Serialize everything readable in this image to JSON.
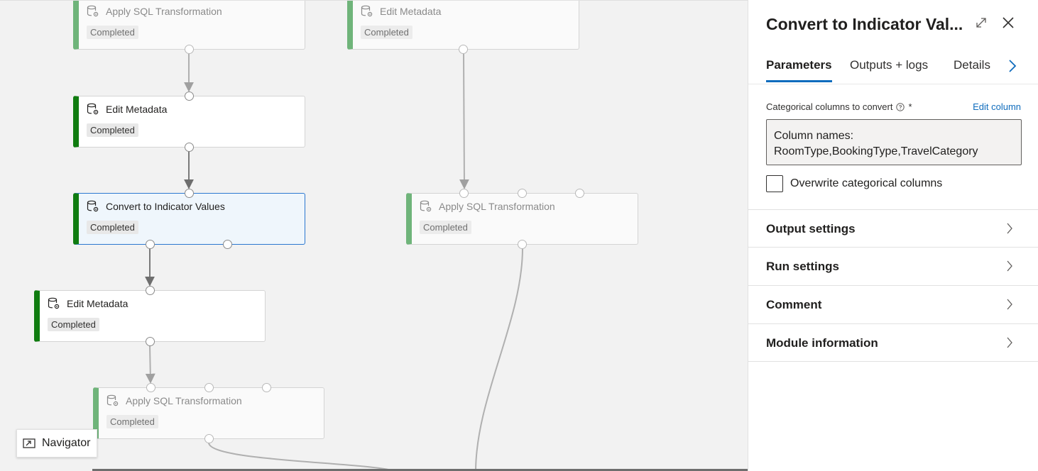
{
  "canvas": {
    "nodes": [
      {
        "id": "n1",
        "title": "Apply SQL Transformation",
        "status": "Completed",
        "state": "dim"
      },
      {
        "id": "n2",
        "title": "Edit Metadata",
        "status": "Completed",
        "state": "dim"
      },
      {
        "id": "n3",
        "title": "Edit Metadata",
        "status": "Completed",
        "state": "active"
      },
      {
        "id": "n4",
        "title": "Convert to Indicator Values",
        "status": "Completed",
        "state": "selected"
      },
      {
        "id": "n5",
        "title": "Apply SQL Transformation",
        "status": "Completed",
        "state": "dim"
      },
      {
        "id": "n6",
        "title": "Edit Metadata",
        "status": "Completed",
        "state": "active"
      },
      {
        "id": "n7",
        "title": "Apply SQL Transformation",
        "status": "Completed",
        "state": "dim"
      }
    ],
    "module_icon": "database-gear-icon",
    "navigator": {
      "label": "Navigator",
      "icon": "navigator-icon"
    }
  },
  "panel": {
    "title": "Convert to Indicator Val...",
    "expand_icon": "expand-icon",
    "close_icon": "close-icon",
    "tabs": [
      {
        "label": "Parameters",
        "active": true
      },
      {
        "label": "Outputs + logs",
        "active": false
      },
      {
        "label": "Details",
        "active": false
      }
    ],
    "tabs_more_icon": "chevron-right-icon",
    "param": {
      "label": "Categorical columns to convert",
      "required": "*",
      "edit_link": "Edit column",
      "columns_heading": "Column names:",
      "columns_value": "RoomType,BookingType,TravelCategory",
      "overwrite_label": "Overwrite categorical columns",
      "overwrite_checked": false
    },
    "sections": [
      {
        "label": "Output settings"
      },
      {
        "label": "Run settings"
      },
      {
        "label": "Comment"
      },
      {
        "label": "Module information"
      }
    ]
  },
  "colors": {
    "accent": "#0f6cbd",
    "completed_green": "#107c10",
    "completed_green_dim": "#6fb47a",
    "selected_bg": "#eff6fc"
  }
}
